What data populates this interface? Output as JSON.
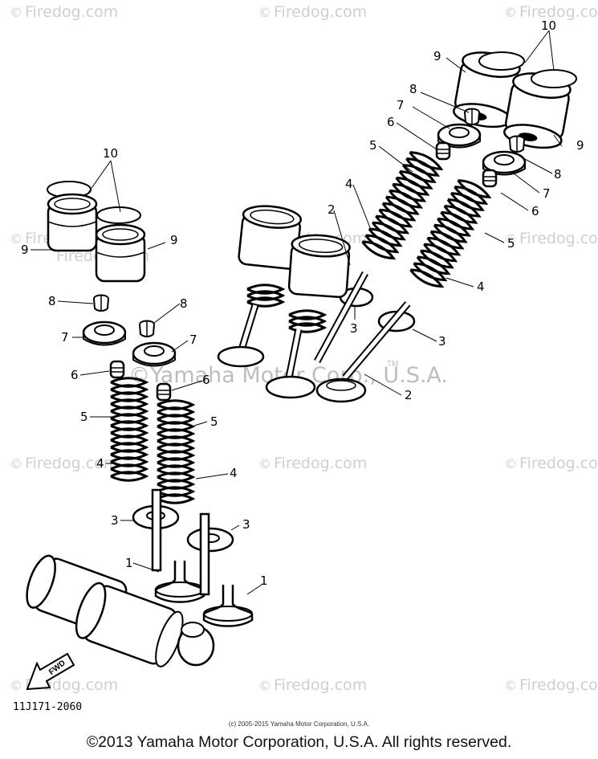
{
  "watermarks": [
    {
      "id": "wm-1",
      "text": "Firedog.com"
    },
    {
      "id": "wm-2",
      "text": "Firedog.com"
    },
    {
      "id": "wm-3",
      "text": "Firedog.com"
    },
    {
      "id": "wm-4",
      "text": "Firedog.com"
    },
    {
      "id": "wm-5",
      "text": "Firedog.com"
    },
    {
      "id": "wm-6",
      "text": "Firedog.com"
    },
    {
      "id": "wm-7",
      "text": "Firedog.com"
    },
    {
      "id": "wm-8",
      "text": "Firedog.com"
    },
    {
      "id": "wm-9",
      "text": "Firedog.com"
    },
    {
      "id": "wm-10",
      "text": "Firedog.com"
    },
    {
      "id": "wm-11",
      "text": "Firedog.com"
    },
    {
      "id": "wm-12",
      "text": "Firedog.com"
    },
    {
      "id": "wm-13",
      "text": "Firedog.com"
    }
  ],
  "watermark_symbol": "©",
  "mid_watermark": "©Yamaha Motor Corp., U.S.A.",
  "trademark": "TM",
  "callouts": {
    "c1a": "1",
    "c1b": "1",
    "c2a": "2",
    "c2b": "2",
    "c3a": "3",
    "c3b": "3",
    "c3c": "3",
    "c3d": "3",
    "c4a": "4",
    "c4b": "4",
    "c4c": "4",
    "c4d": "4",
    "c5a": "5",
    "c5b": "5",
    "c5c": "5",
    "c5d": "5",
    "c6a": "6",
    "c6b": "6",
    "c6c": "6",
    "c6d": "6",
    "c7a": "7",
    "c7b": "7",
    "c7c": "7",
    "c7d": "7",
    "c8a": "8",
    "c8b": "8",
    "c8c": "8",
    "c8d": "8",
    "c9a": "9",
    "c9b": "9",
    "c9c": "9",
    "c9d": "9",
    "c10a": "10",
    "c10b": "10"
  },
  "fwd_label": "FWD",
  "part_code": "11J171-2060",
  "small_copyright": "(c) 2005-2015 Yamaha Motor Corporation, U.S.A.",
  "main_copyright": "©2013 Yamaha Motor Corporation, U.S.A. All rights reserved."
}
